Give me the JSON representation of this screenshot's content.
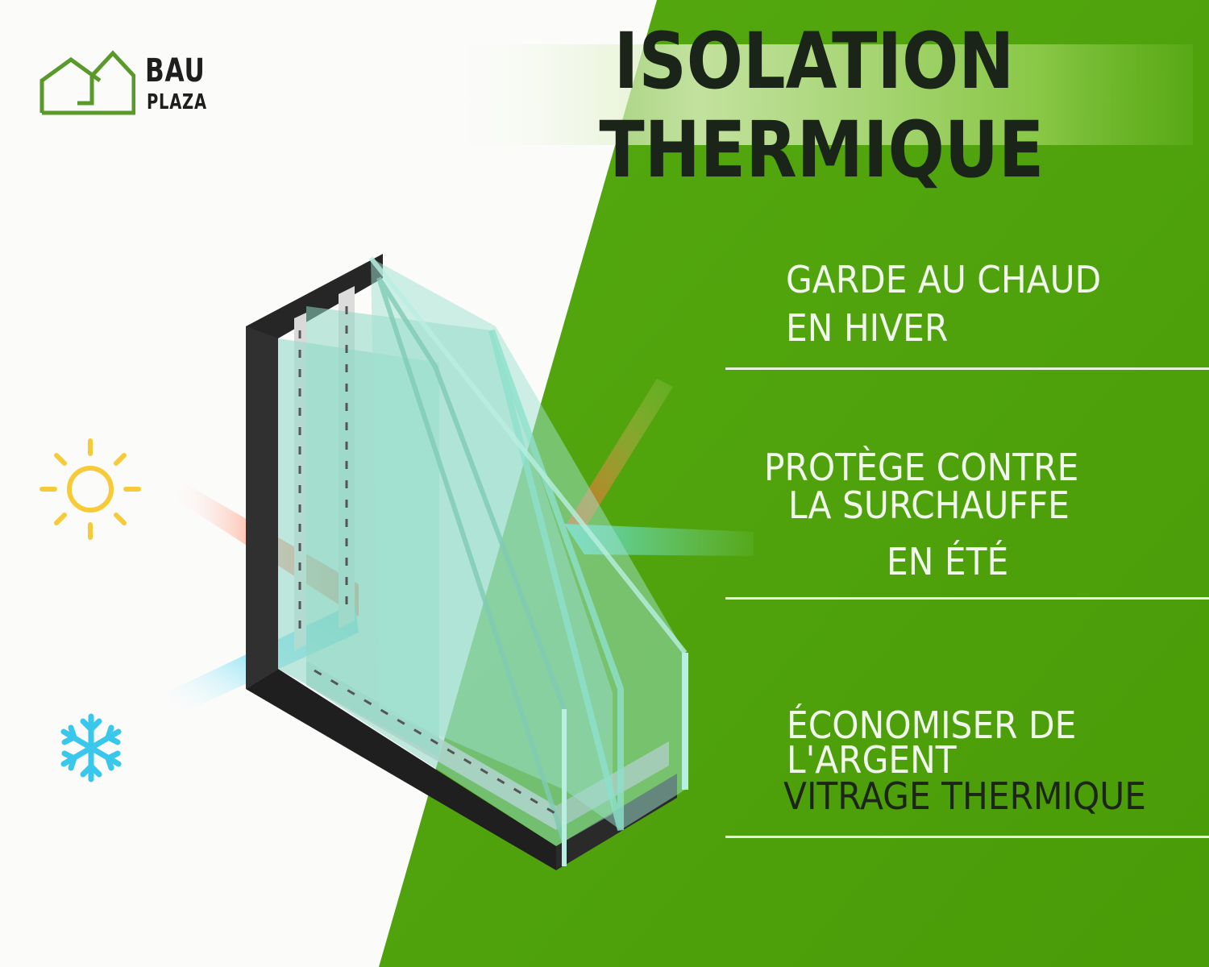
{
  "brand": {
    "name_line1": "BAU",
    "name_line2": "PLAZA",
    "logo_icon": "house-outline-icon",
    "logo_color": "#5a9a2a"
  },
  "title": {
    "line1": "ISOLATION",
    "line2": "THERMIQUE"
  },
  "features": [
    {
      "lines": [
        "GARDE AU CHAUD",
        "EN HIVER"
      ]
    },
    {
      "lines": [
        "PROTÈGE CONTRE",
        "LA SURCHAUFFE",
        "EN ÉTÉ"
      ]
    },
    {
      "lines": [
        "ÉCONOMISER DE",
        "L'ARGENT",
        "VITRAGE THERMIQUE"
      ]
    }
  ],
  "icons": {
    "sun": "sun-icon",
    "snow": "snowflake-icon"
  },
  "colors": {
    "green": "#4e9f0c",
    "warm_ray": "#ff5a2c",
    "cold_ray": "#3fd0ee",
    "glass": "#8fd9c7",
    "frame": "#262626",
    "sun": "#f7cb38",
    "snow": "#39c8ec"
  }
}
